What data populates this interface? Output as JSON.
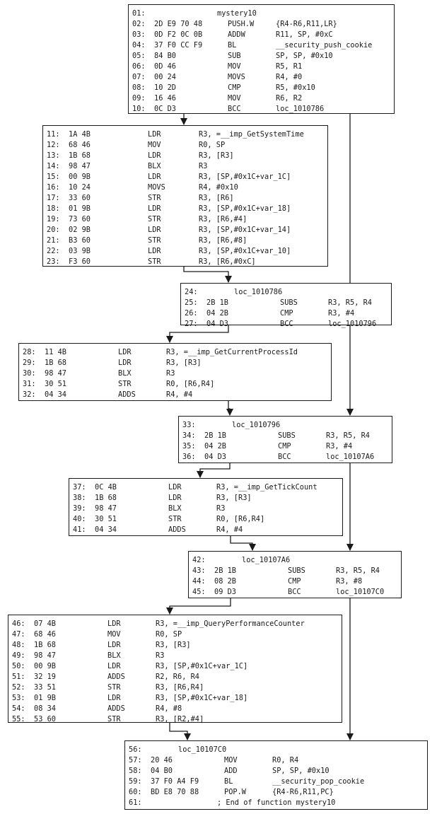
{
  "blocks": [
    {
      "id": "b1",
      "lines": [
        {
          "n": "01:",
          "bytes": "",
          "mnemonic": "",
          "operands": "",
          "label": "mystery10"
        },
        {
          "n": "02:",
          "bytes": "2D E9 70 48",
          "mnemonic": "PUSH.W",
          "operands": "{R4-R6,R11,LR}"
        },
        {
          "n": "03:",
          "bytes": "0D F2 0C 0B",
          "mnemonic": "ADDW",
          "operands": "R11, SP, #0xC"
        },
        {
          "n": "04:",
          "bytes": "37 F0 CC F9",
          "mnemonic": "BL",
          "operands": "__security_push_cookie"
        },
        {
          "n": "05:",
          "bytes": "84 B0",
          "mnemonic": "SUB",
          "operands": "SP, SP, #0x10"
        },
        {
          "n": "06:",
          "bytes": "0D 46",
          "mnemonic": "MOV",
          "operands": "R5, R1"
        },
        {
          "n": "07:",
          "bytes": "00 24",
          "mnemonic": "MOVS",
          "operands": "R4, #0"
        },
        {
          "n": "08:",
          "bytes": "10 2D",
          "mnemonic": "CMP",
          "operands": "R5, #0x10"
        },
        {
          "n": "09:",
          "bytes": "16 46",
          "mnemonic": "MOV",
          "operands": "R6, R2"
        },
        {
          "n": "10:",
          "bytes": "0C D3",
          "mnemonic": "BCC",
          "operands": "loc_1010786"
        }
      ]
    },
    {
      "id": "b2",
      "lines": [
        {
          "n": "11:",
          "bytes": "1A 4B",
          "mnemonic": "LDR",
          "operands": "R3, =__imp_GetSystemTime"
        },
        {
          "n": "12:",
          "bytes": "68 46",
          "mnemonic": "MOV",
          "operands": "R0, SP"
        },
        {
          "n": "13:",
          "bytes": "1B 68",
          "mnemonic": "LDR",
          "operands": "R3, [R3]"
        },
        {
          "n": "14:",
          "bytes": "98 47",
          "mnemonic": "BLX",
          "operands": "R3"
        },
        {
          "n": "15:",
          "bytes": "00 9B",
          "mnemonic": "LDR",
          "operands": "R3, [SP,#0x1C+var_1C]"
        },
        {
          "n": "16:",
          "bytes": "10 24",
          "mnemonic": "MOVS",
          "operands": "R4, #0x10"
        },
        {
          "n": "17:",
          "bytes": "33 60",
          "mnemonic": "STR",
          "operands": "R3, [R6]"
        },
        {
          "n": "18:",
          "bytes": "01 9B",
          "mnemonic": "LDR",
          "operands": "R3, [SP,#0x1C+var_18]"
        },
        {
          "n": "19:",
          "bytes": "73 60",
          "mnemonic": "STR",
          "operands": "R3, [R6,#4]"
        },
        {
          "n": "20:",
          "bytes": "02 9B",
          "mnemonic": "LDR",
          "operands": "R3, [SP,#0x1C+var_14]"
        },
        {
          "n": "21:",
          "bytes": "B3 60",
          "mnemonic": "STR",
          "operands": "R3, [R6,#8]"
        },
        {
          "n": "22:",
          "bytes": "03 9B",
          "mnemonic": "LDR",
          "operands": "R3, [SP,#0x1C+var_10]"
        },
        {
          "n": "23:",
          "bytes": "F3 60",
          "mnemonic": "STR",
          "operands": "R3, [R6,#0xC]"
        }
      ]
    },
    {
      "id": "b3",
      "lines": [
        {
          "n": "24:",
          "bytes": "",
          "mnemonic": "",
          "operands": "",
          "label": "loc_1010786"
        },
        {
          "n": "25:",
          "bytes": "2B 1B",
          "mnemonic": "SUBS",
          "operands": "R3, R5, R4"
        },
        {
          "n": "26:",
          "bytes": "04 2B",
          "mnemonic": "CMP",
          "operands": "R3, #4"
        },
        {
          "n": "27:",
          "bytes": "04 D3",
          "mnemonic": "BCC",
          "operands": "loc_1010796"
        }
      ]
    },
    {
      "id": "b4",
      "lines": [
        {
          "n": "28:",
          "bytes": "11 4B",
          "mnemonic": "LDR",
          "operands": "R3, =__imp_GetCurrentProcessId"
        },
        {
          "n": "29:",
          "bytes": "1B 68",
          "mnemonic": "LDR",
          "operands": "R3, [R3]"
        },
        {
          "n": "30:",
          "bytes": "98 47",
          "mnemonic": "BLX",
          "operands": "R3"
        },
        {
          "n": "31:",
          "bytes": "30 51",
          "mnemonic": "STR",
          "operands": "R0, [R6,R4]"
        },
        {
          "n": "32:",
          "bytes": "04 34",
          "mnemonic": "ADDS",
          "operands": "R4, #4"
        }
      ]
    },
    {
      "id": "b5",
      "lines": [
        {
          "n": "33:",
          "bytes": "",
          "mnemonic": "",
          "operands": "",
          "label": "loc_1010796"
        },
        {
          "n": "34:",
          "bytes": "2B 1B",
          "mnemonic": "SUBS",
          "operands": "R3, R5, R4"
        },
        {
          "n": "35:",
          "bytes": "04 2B",
          "mnemonic": "CMP",
          "operands": "R3, #4"
        },
        {
          "n": "36:",
          "bytes": "04 D3",
          "mnemonic": "BCC",
          "operands": "loc_10107A6"
        }
      ]
    },
    {
      "id": "b6",
      "lines": [
        {
          "n": "37:",
          "bytes": "0C 4B",
          "mnemonic": "LDR",
          "operands": "R3, =__imp_GetTickCount"
        },
        {
          "n": "38:",
          "bytes": "1B 68",
          "mnemonic": "LDR",
          "operands": "R3, [R3]"
        },
        {
          "n": "39:",
          "bytes": "98 47",
          "mnemonic": "BLX",
          "operands": "R3"
        },
        {
          "n": "40:",
          "bytes": "30 51",
          "mnemonic": "STR",
          "operands": "R0, [R6,R4]"
        },
        {
          "n": "41:",
          "bytes": "04 34",
          "mnemonic": "ADDS",
          "operands": "R4, #4"
        }
      ]
    },
    {
      "id": "b7",
      "lines": [
        {
          "n": "42:",
          "bytes": "",
          "mnemonic": "",
          "operands": "",
          "label": "loc_10107A6"
        },
        {
          "n": "43:",
          "bytes": "2B 1B",
          "mnemonic": "SUBS",
          "operands": "R3, R5, R4"
        },
        {
          "n": "44:",
          "bytes": "08 2B",
          "mnemonic": "CMP",
          "operands": "R3, #8"
        },
        {
          "n": "45:",
          "bytes": "09 D3",
          "mnemonic": "BCC",
          "operands": "loc_10107C0"
        }
      ]
    },
    {
      "id": "b8",
      "lines": [
        {
          "n": "46:",
          "bytes": "07 4B",
          "mnemonic": "LDR",
          "operands": "R3, =__imp_QueryPerformanceCounter"
        },
        {
          "n": "47:",
          "bytes": "68 46",
          "mnemonic": "MOV",
          "operands": "R0, SP"
        },
        {
          "n": "48:",
          "bytes": "1B 68",
          "mnemonic": "LDR",
          "operands": "R3, [R3]"
        },
        {
          "n": "49:",
          "bytes": "98 47",
          "mnemonic": "BLX",
          "operands": "R3"
        },
        {
          "n": "50:",
          "bytes": "00 9B",
          "mnemonic": "LDR",
          "operands": "R3, [SP,#0x1C+var_1C]"
        },
        {
          "n": "51:",
          "bytes": "32 19",
          "mnemonic": "ADDS",
          "operands": "R2, R6, R4"
        },
        {
          "n": "52:",
          "bytes": "33 51",
          "mnemonic": "STR",
          "operands": "R3, [R6,R4]"
        },
        {
          "n": "53:",
          "bytes": "01 9B",
          "mnemonic": "LDR",
          "operands": "R3, [SP,#0x1C+var_18]"
        },
        {
          "n": "54:",
          "bytes": "08 34",
          "mnemonic": "ADDS",
          "operands": "R4, #8"
        },
        {
          "n": "55:",
          "bytes": "53 60",
          "mnemonic": "STR",
          "operands": "R3, [R2,#4]"
        }
      ]
    },
    {
      "id": "b9",
      "lines": [
        {
          "n": "56:",
          "bytes": "",
          "mnemonic": "",
          "operands": "",
          "label": "loc_10107C0"
        },
        {
          "n": "57:",
          "bytes": "20 46",
          "mnemonic": "MOV",
          "operands": "R0, R4"
        },
        {
          "n": "58:",
          "bytes": "04 B0",
          "mnemonic": "ADD",
          "operands": "SP, SP, #0x10"
        },
        {
          "n": "59:",
          "bytes": "37 F0 A4 F9",
          "mnemonic": "BL",
          "operands": "__security_pop_cookie"
        },
        {
          "n": "60:",
          "bytes": "BD E8 70 88",
          "mnemonic": "POP.W",
          "operands": "{R4-R6,R11,PC}"
        },
        {
          "n": "61:",
          "bytes": "",
          "mnemonic": "",
          "operands": "",
          "comment": "; End of function mystery10"
        }
      ]
    }
  ]
}
